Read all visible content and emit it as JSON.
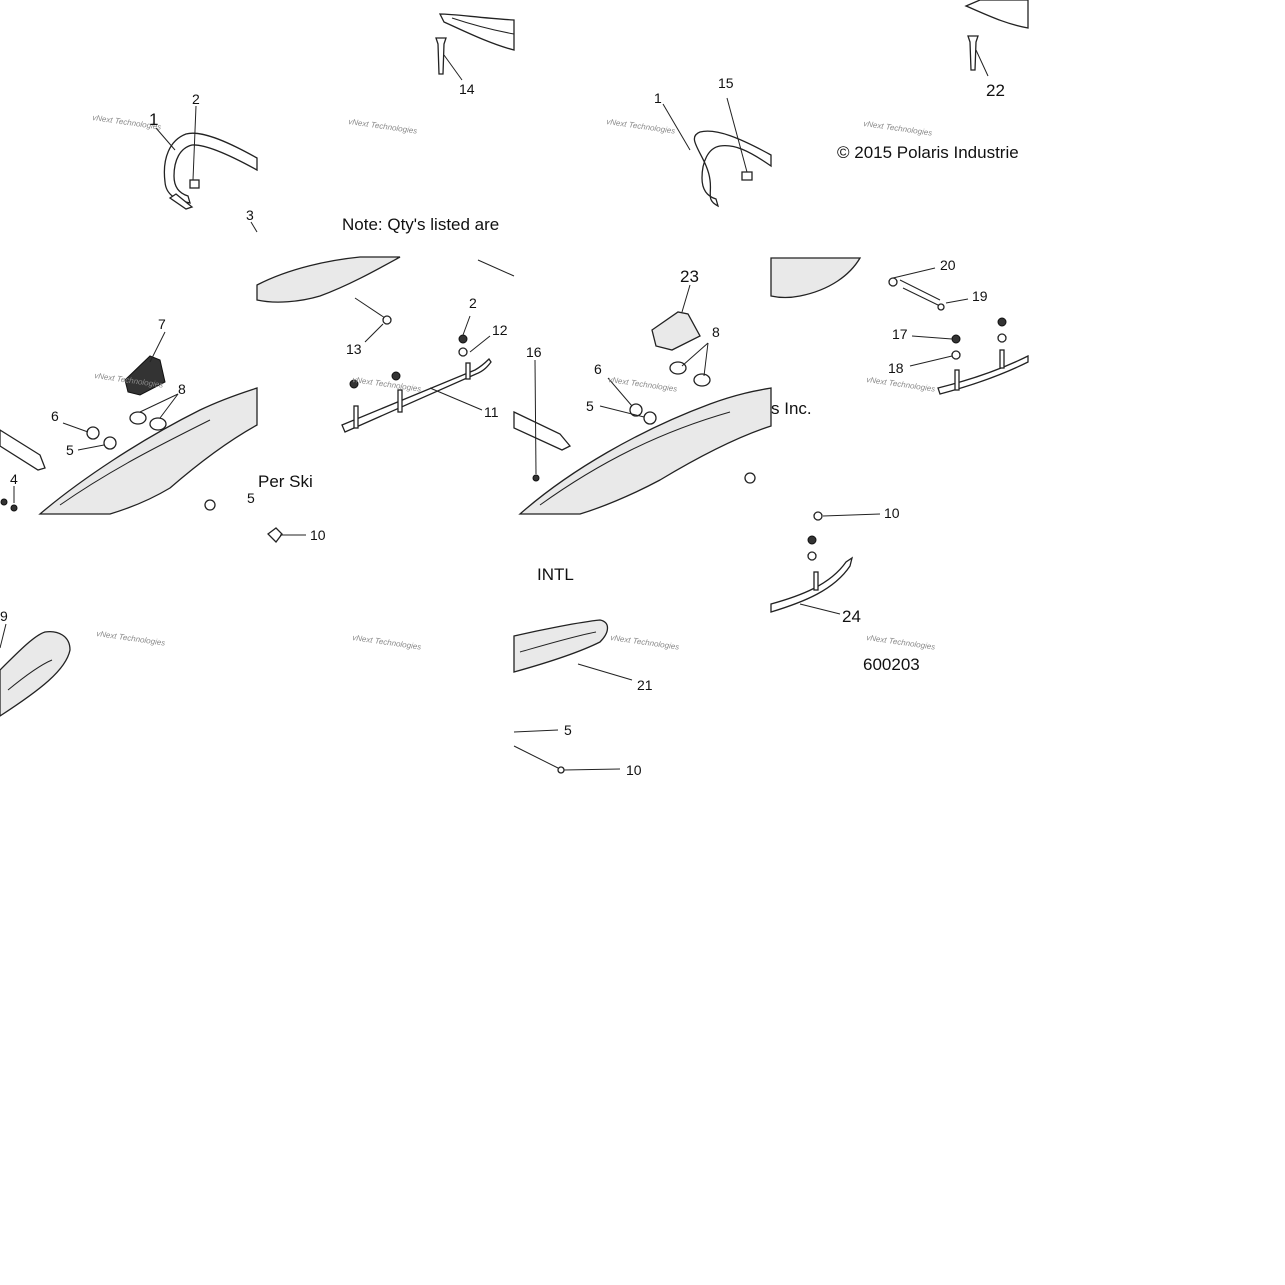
{
  "notes": {
    "qty": "Note: Qty's listed are",
    "per_ski": "Per Ski",
    "copyright": "© 2015 Polaris Industrie",
    "inc": "s Inc.",
    "intl": "INTL",
    "diagram_number": "600203"
  },
  "watermark": "vNext Technologies",
  "callouts": {
    "c1a": "1",
    "c2a": "2",
    "c14": "14",
    "c1b": "1",
    "c15": "15",
    "c22": "22",
    "c3": "3",
    "c23": "23",
    "c20": "20",
    "c19": "19",
    "c7": "7",
    "c2b": "2",
    "c12": "12",
    "c13": "13",
    "c16": "16",
    "c8a": "8",
    "c8b": "8",
    "c17": "17",
    "c18": "18",
    "c6a": "6",
    "c6b": "6",
    "c5a": "5",
    "c5b": "5",
    "c5c": "5",
    "c5d": "5",
    "c11": "11",
    "c4": "4",
    "c10a": "10",
    "c10b": "10",
    "c10c": "10",
    "c9": "9",
    "c24": "24",
    "c21": "21"
  }
}
